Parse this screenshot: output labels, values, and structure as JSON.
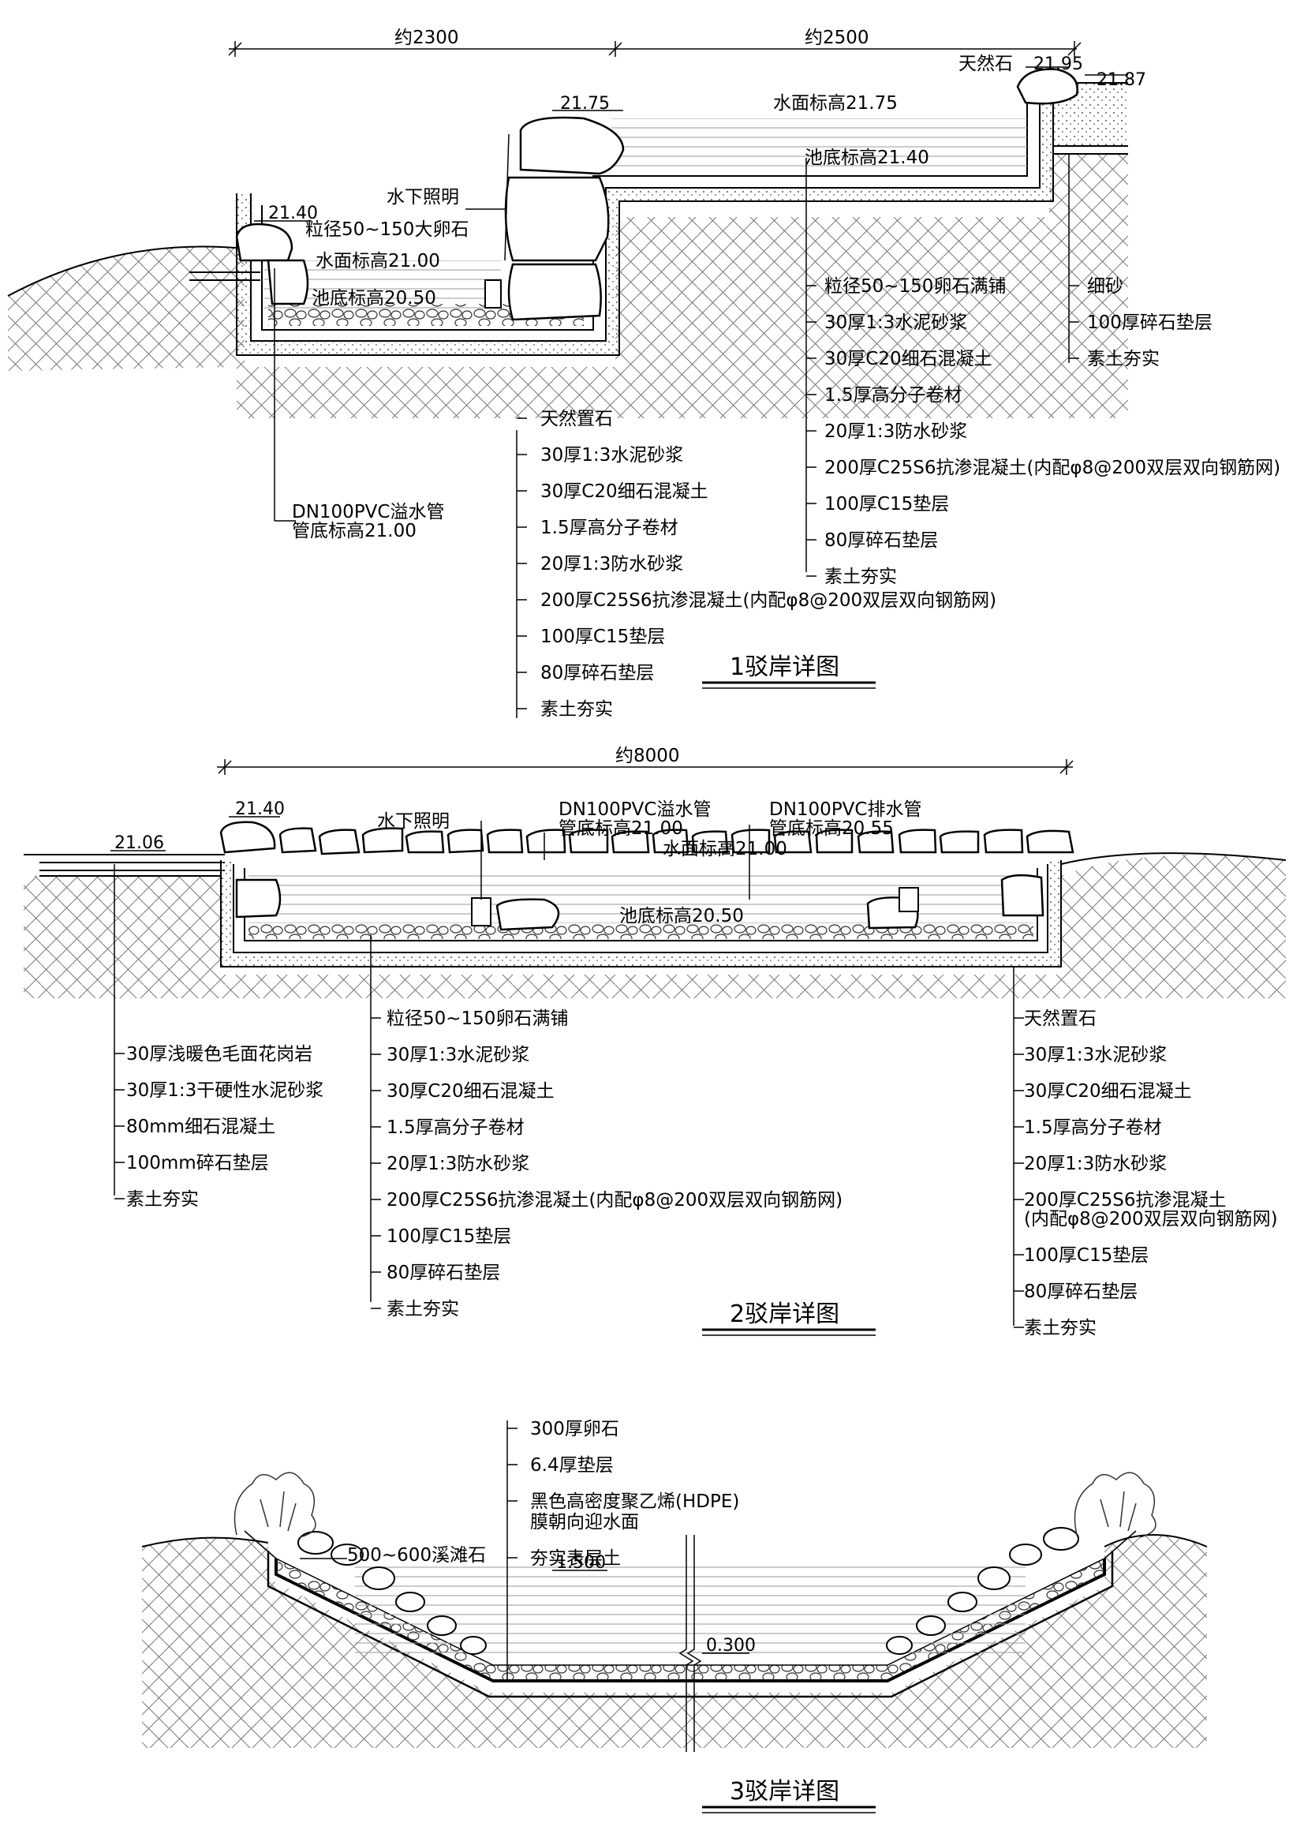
{
  "detail1": {
    "dims": [
      "约2300",
      "约2500"
    ],
    "stone_name": "天然石",
    "elev_stone": "21.95",
    "elev_ground_right": "21.87",
    "elev_upper_top": "21.75",
    "elev_lower_top": "21.40",
    "upper_water": "水面标高21.75",
    "upper_bottom": "池底标高21.40",
    "lower_water": "水面标高21.00",
    "lower_bottom": "池底标高20.50",
    "light": "水下照明",
    "cobble": "粒径50~150大卵石",
    "pipe": [
      "DN100PVC溢水管",
      "管底标高21.00"
    ],
    "layers_center": [
      "天然置石",
      "30厚1:3水泥砂浆",
      "30厚C20细石混凝土",
      "1.5厚高分子卷材",
      "20厚1:3防水砂浆",
      "200厚C25S6抗渗混凝土(内配φ8@200双层双向钢筋网)",
      "100厚C15垫层",
      "80厚碎石垫层",
      "素土夯实"
    ],
    "layers_right": [
      "粒径50~150卵石满铺",
      "30厚1:3水泥砂浆",
      "30厚C20细石混凝土",
      "1.5厚高分子卷材",
      "20厚1:3防水砂浆",
      "200厚C25S6抗渗混凝土(内配φ8@200双层双向钢筋网)",
      "100厚C15垫层",
      "80厚碎石垫层",
      "素土夯实"
    ],
    "layers_far": [
      "细砂",
      "100厚碎石垫层",
      "素土夯实"
    ],
    "title": "1驳岸详图"
  },
  "detail2": {
    "dim": "约8000",
    "elev_left": "21.06",
    "elev_top": "21.40",
    "light": "水下照明",
    "overflow": [
      "DN100PVC溢水管",
      "管底标高21.00"
    ],
    "drain": [
      "DN100PVC排水管",
      "管底标高20.55"
    ],
    "water": "水面标高21.00",
    "bottom": "池底标高20.50",
    "layers_left": [
      "30厚浅暖色毛面花岗岩",
      "30厚1:3干硬性水泥砂浆",
      "80mm细石混凝土",
      "100mm碎石垫层",
      "素土夯实"
    ],
    "layers_center": [
      "粒径50~150卵石满铺",
      "30厚1:3水泥砂浆",
      "30厚C20细石混凝土",
      "1.5厚高分子卷材",
      "20厚1:3防水砂浆",
      "200厚C25S6抗渗混凝土(内配φ8@200双层双向钢筋网)",
      "100厚C15垫层",
      "80厚碎石垫层",
      "素土夯实"
    ],
    "layers_right": [
      "天然置石",
      "30厚1:3水泥砂浆",
      "30厚C20细石混凝土",
      "1.5厚高分子卷材",
      "20厚1:3防水砂浆",
      "200厚C25S6抗渗混凝土",
      "(内配φ8@200双层双向钢筋网)",
      "100厚C15垫层",
      "80厚碎石垫层",
      "素土夯实"
    ],
    "title": "2驳岸详图"
  },
  "detail3": {
    "layers": [
      "300厚卵石",
      "6.4厚垫层",
      "黑色高密度聚乙烯(HDPE)",
      "膜朝向迎水面",
      "夯实表层土"
    ],
    "stone": "500~600溪滩石",
    "elev_water": "1.500",
    "elev_bottom": "0.300",
    "title": "3驳岸详图"
  }
}
